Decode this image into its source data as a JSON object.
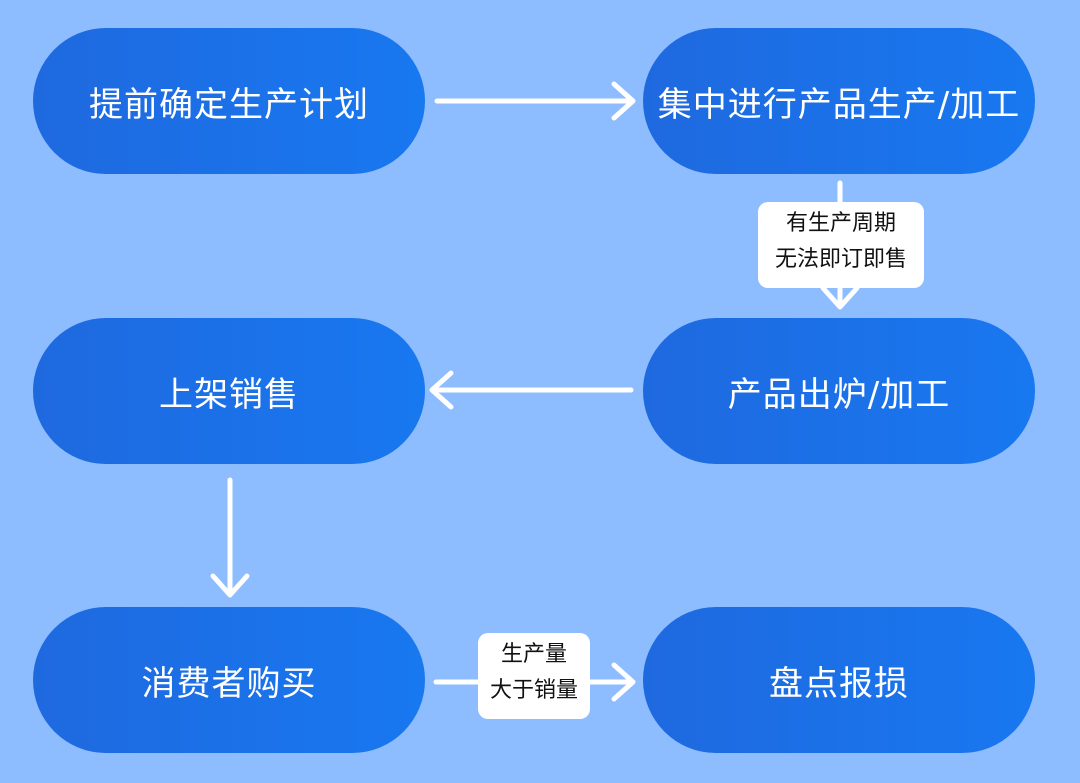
{
  "nodes": {
    "n1": "提前确定生产计划",
    "n2": "集中进行产品生产/加工",
    "n3": "产品出炉/加工",
    "n4": "上架销售",
    "n5": "消费者购买",
    "n6": "盘点报损"
  },
  "edge_labels": {
    "production_cycle": [
      "有生产周期",
      "无法即订即售"
    ],
    "over_production": [
      "生产量",
      "大于销量"
    ]
  },
  "colors": {
    "background": "#8dbcff",
    "node_fill": "#1878f0",
    "arrow": "#ffffff",
    "label_bg": "#ffffff"
  }
}
